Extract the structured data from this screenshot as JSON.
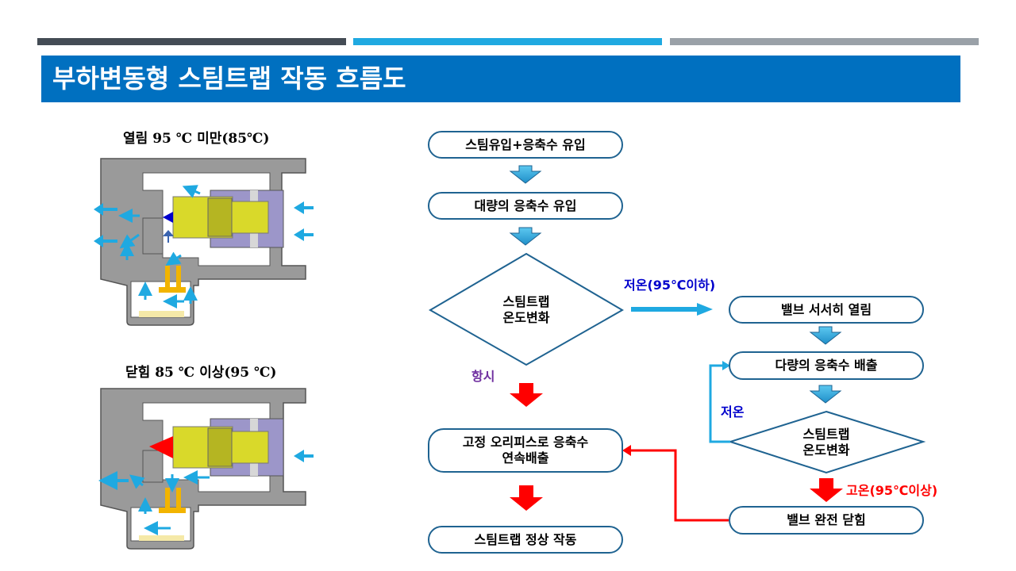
{
  "title": "부하변동형 스팀트랩 작동 흐름도",
  "diagrams": {
    "open_caption": "열림 95 ℃ 미만(85℃)",
    "closed_caption": "닫힘 85 ℃ 이상(95 ℃)"
  },
  "flow": {
    "n1": "스팀유입+응축수 유입",
    "n2": "대량의 응축수 유입",
    "d1": "스팀트랩\n온도변화",
    "n3": "고정 오리피스로 응축수\n연속배출",
    "n4": "스팀트랩 정상 작동",
    "r1": "밸브 서서히 열림",
    "r2": "다량의 응축수 배출",
    "d2": "스팀트랩\n온도변화",
    "r3": "밸브 완전 닫힘",
    "label_low": "저온(95℃이하)",
    "label_always": "항시",
    "label_cold": "저온",
    "label_high": "고온(95℃이상)"
  },
  "colors": {
    "title_bg": "#0070c0",
    "node_border": "#1f6391",
    "arrow_blue": "#1fa9e1",
    "arrow_red": "#ff0000",
    "label_blue": "#0000cc",
    "label_purple": "#7030a0",
    "label_red": "#ff0000"
  }
}
